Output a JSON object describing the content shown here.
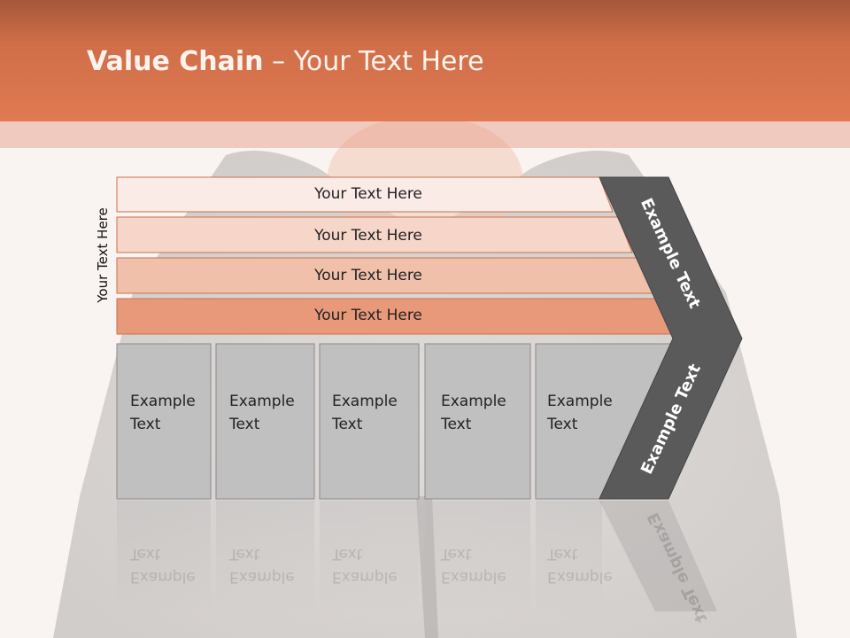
{
  "header": {
    "title_bold": "Value Chain",
    "title_rest": " – Your Text Here"
  },
  "side_label": "Your Text Here",
  "rows": [
    {
      "label": "Your Text Here",
      "fill": "#faebe6"
    },
    {
      "label": "Your Text Here",
      "fill": "#f6d6c9"
    },
    {
      "label": "Your Text Here",
      "fill": "#f1c0ab"
    },
    {
      "label": "Your Text Here",
      "fill": "#e8997a"
    }
  ],
  "boxes": [
    {
      "line1": "Example",
      "line2": "Text"
    },
    {
      "line1": "Example",
      "line2": "Text"
    },
    {
      "line1": "Example",
      "line2": "Text"
    },
    {
      "line1": "Example",
      "line2": "Text"
    },
    {
      "line1": "Example",
      "line2": "Text"
    }
  ],
  "arrow": {
    "upper_label": "Example Text",
    "lower_label": "Example Text"
  },
  "colors": {
    "header": "#e07a52",
    "arrow": "#5a5a5a",
    "box": "#c0c0c0",
    "row_stroke": "#c9714e"
  }
}
